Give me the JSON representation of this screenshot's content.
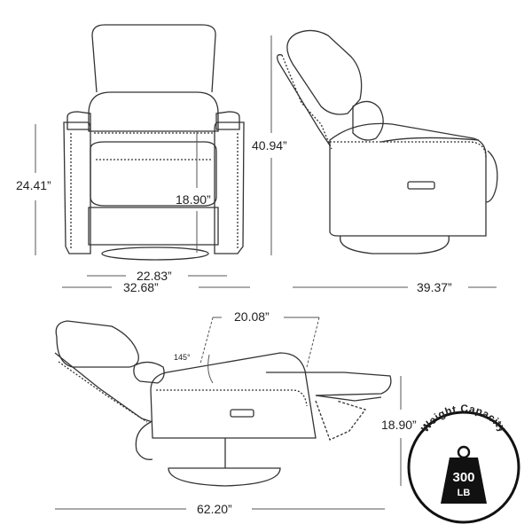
{
  "dimensions": {
    "front_height_arm": "24.41”",
    "front_height_seat": "18.90”",
    "front_width_seat": "22.83”",
    "front_width_overall": "32.68”",
    "side_height_overall": "40.94”",
    "side_depth_overall": "39.37”",
    "reclined_footrest": "20.08”",
    "reclined_angle": "145°",
    "reclined_height": "18.90”",
    "reclined_length": "62.20”"
  },
  "badge": {
    "label": "Weight Capacity",
    "value": "300",
    "unit": "LB",
    "icon": "weight-icon"
  },
  "colors": {
    "line": "#333333",
    "badge": "#111111"
  }
}
